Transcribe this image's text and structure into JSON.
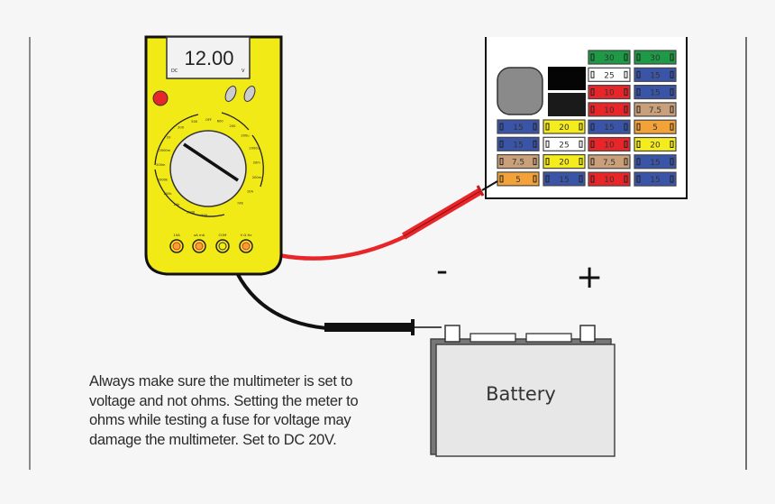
{
  "multimeter": {
    "display_value": "12.00",
    "display_mode": "DC",
    "display_unit": "V",
    "dial_labels_left": [
      "500",
      "200",
      "20",
      "2000m",
      "200m",
      "2000k",
      "200k",
      "20k",
      "2000",
      "200"
    ],
    "dial_labels_top": [
      "OFF",
      "600"
    ],
    "dial_labels_right": [
      "200",
      "200u",
      "2000u",
      "20m",
      "200m",
      "10A",
      "hFE"
    ],
    "jacks": [
      {
        "label": "10A",
        "name": "jack-10a"
      },
      {
        "label": "uA mA",
        "name": "jack-ua-ma"
      },
      {
        "label": "COM",
        "name": "jack-com"
      },
      {
        "label": "V Ω Hz",
        "name": "jack-v-ohm"
      }
    ]
  },
  "battery": {
    "label": "Battery",
    "negative_sign": "-",
    "positive_sign": "+"
  },
  "fuse_box": {
    "columns": [
      {
        "fuses": []
      },
      {
        "fuses": []
      },
      {
        "fuses": [
          {
            "value": "30",
            "color": "#1e9a46"
          },
          {
            "value": "25",
            "color": "#ffffff"
          },
          {
            "value": "10",
            "color": "#e8262a"
          },
          {
            "value": "10",
            "color": "#e8262a"
          },
          {
            "value": "15",
            "color": "#3a55a8"
          },
          {
            "value": "10",
            "color": "#e8262a"
          },
          {
            "value": "7.5",
            "color": "#c9a07a"
          },
          {
            "value": "10",
            "color": "#e8262a"
          }
        ]
      },
      {
        "fuses": [
          {
            "value": "30",
            "color": "#1e9a46"
          },
          {
            "value": "15",
            "color": "#3a55a8"
          },
          {
            "value": "15",
            "color": "#3a55a8"
          },
          {
            "value": "7.5",
            "color": "#c9a07a"
          },
          {
            "value": "5",
            "color": "#f3a23a"
          },
          {
            "value": "20",
            "color": "#f4ec1c"
          },
          {
            "value": "15",
            "color": "#3a55a8"
          },
          {
            "value": "15",
            "color": "#3a55a8"
          }
        ]
      }
    ],
    "lower_left_fuses": [
      [
        {
          "value": "15",
          "color": "#3a55a8"
        },
        {
          "value": "20",
          "color": "#f4ec1c"
        }
      ],
      [
        {
          "value": "15",
          "color": "#3a55a8"
        },
        {
          "value": "25",
          "color": "#ffffff"
        }
      ],
      [
        {
          "value": "7.5",
          "color": "#c9a07a"
        },
        {
          "value": "20",
          "color": "#f4ec1c"
        }
      ],
      [
        {
          "value": "5",
          "color": "#f3a23a"
        },
        {
          "value": "15",
          "color": "#3a55a8"
        }
      ]
    ]
  },
  "caption": {
    "lines": [
      "Always make sure the multimeter is set to",
      "voltage and not ohms. Setting the meter to",
      "ohms while testing a fuse for voltage may",
      "damage the multimeter.  Set to DC 20V."
    ]
  },
  "colors": {
    "meter_body": "#f2ea17",
    "probe_red": "#e8262a",
    "probe_black": "#111111",
    "background": "#f6f6f6"
  }
}
